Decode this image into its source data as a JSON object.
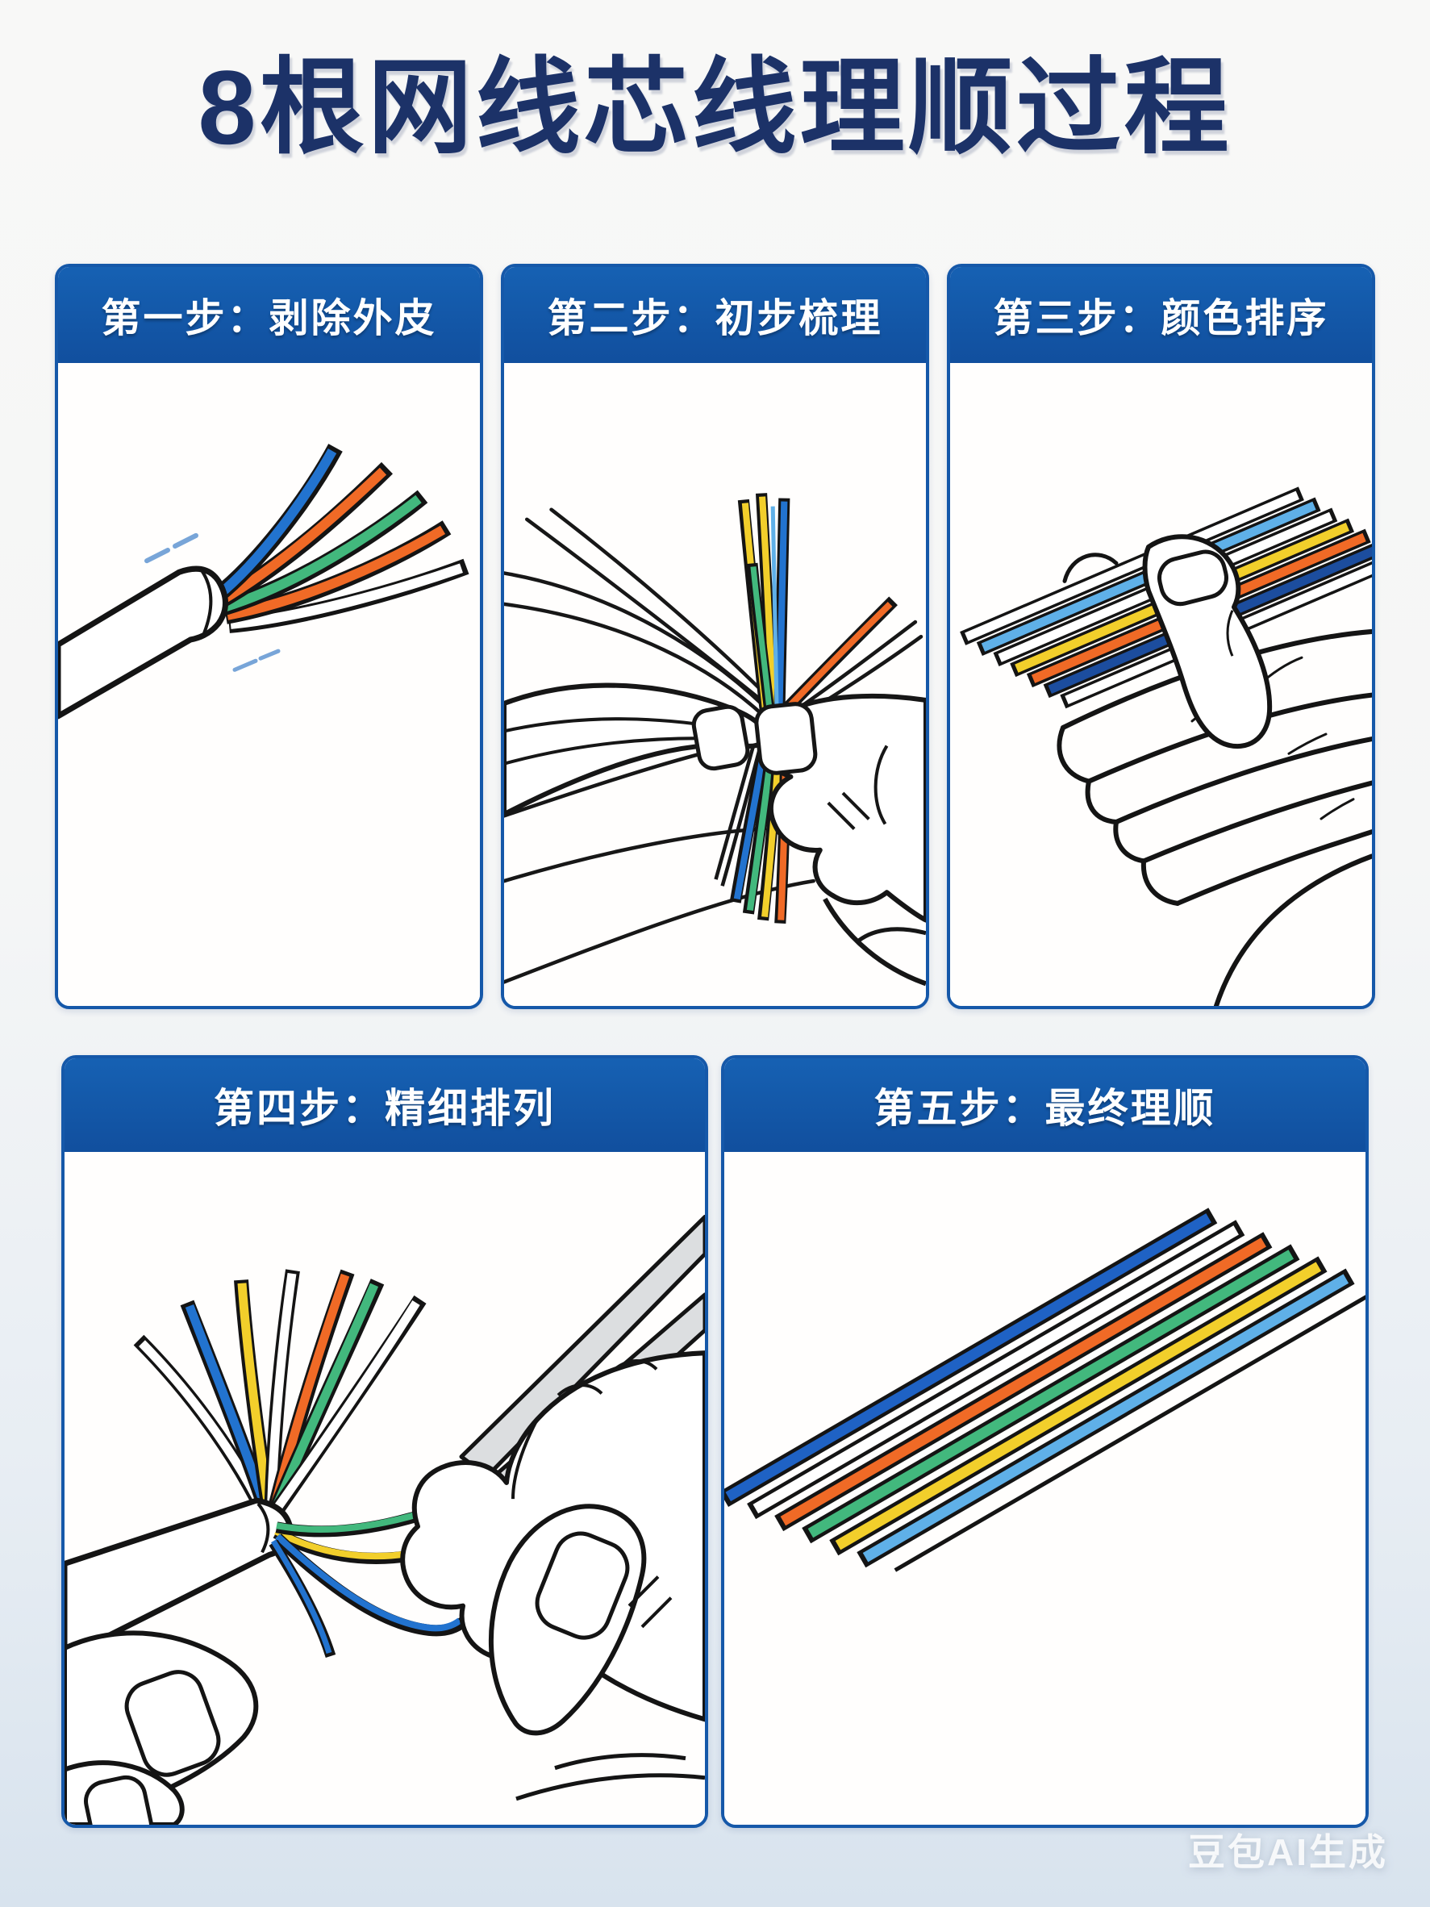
{
  "page": {
    "title": "8根网线芯线理顺过程",
    "watermark": "豆包AI生成"
  },
  "colors": {
    "title_navy": "#1c3268",
    "header_blue": "#1356a6",
    "panel_border": "#1558a9",
    "page_background_top": "#f8f8f7",
    "page_background_bottom": "#d8e3ee"
  },
  "wire_palette": {
    "blue": "#2273cf",
    "dark_blue": "#1c4d9e",
    "light_blue": "#5fb0e8",
    "orange": "#f06a26",
    "green": "#42b87d",
    "yellow": "#f2cf2b",
    "white": "#ffffff",
    "outline": "#141414"
  },
  "steps": [
    {
      "label": "第一步：剥除外皮",
      "wires_visible": [
        "blue",
        "orange",
        "green",
        "orange",
        "white"
      ]
    },
    {
      "label": "第二步：初步梳理",
      "wires_visible": [
        "yellow",
        "blue",
        "green",
        "orange",
        "light_blue",
        "white"
      ]
    },
    {
      "label": "第三步：颜色排序",
      "wires_visible": [
        "white",
        "light_blue",
        "white",
        "yellow",
        "orange",
        "dark_blue",
        "white"
      ]
    },
    {
      "label": "第四步：精细排列",
      "wires_visible": [
        "white",
        "blue",
        "yellow",
        "white",
        "orange",
        "green",
        "white"
      ]
    },
    {
      "label": "第五步：最终理顺",
      "wires_visible": [
        "blue",
        "white",
        "orange",
        "green",
        "yellow",
        "light_blue"
      ]
    }
  ]
}
